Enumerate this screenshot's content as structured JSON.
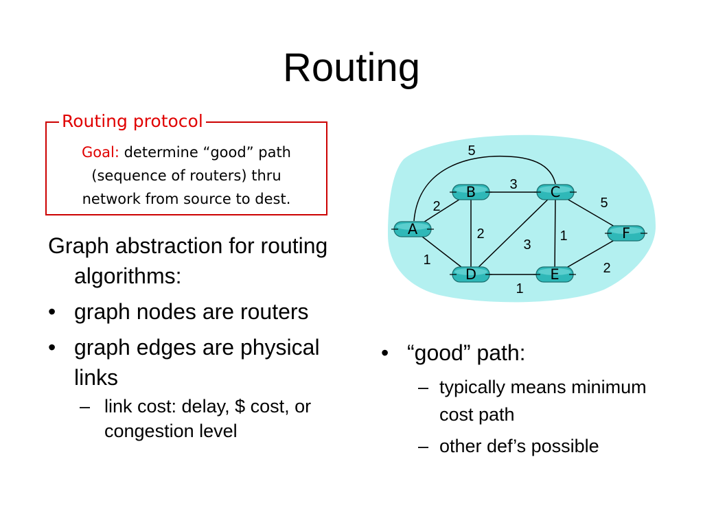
{
  "title": "Routing",
  "protocol_box": {
    "heading": "Routing protocol",
    "goal_label": "Goal:",
    "goal_text_line1": "determine “good” path",
    "goal_text_line2": "(sequence of routers) thru",
    "goal_text_line3": "network from source to dest."
  },
  "left_list": {
    "intro": "Graph abstraction for routing algorithms:",
    "bullets": [
      {
        "text": "graph nodes are routers"
      },
      {
        "text": "graph edges are physical links"
      }
    ],
    "sub_items": [
      {
        "text": "link cost: delay, $ cost, or congestion level"
      }
    ]
  },
  "right_list": {
    "bullet": "“good” path:",
    "sub_items": [
      {
        "text": "typically means minimum cost path"
      },
      {
        "text": "other def’s possible"
      }
    ]
  },
  "colors": {
    "protocol_red": "#e00000",
    "cloud_fill": "#b3f0f0",
    "router_fill": "#2fb8b8"
  },
  "graph": {
    "nodes": [
      "A",
      "B",
      "C",
      "D",
      "E",
      "F"
    ],
    "edges": [
      {
        "from": "A",
        "to": "B",
        "cost": "2"
      },
      {
        "from": "A",
        "to": "C",
        "cost": "5"
      },
      {
        "from": "A",
        "to": "D",
        "cost": "1"
      },
      {
        "from": "B",
        "to": "C",
        "cost": "3"
      },
      {
        "from": "B",
        "to": "D",
        "cost": "2"
      },
      {
        "from": "C",
        "to": "D",
        "cost": "3"
      },
      {
        "from": "C",
        "to": "E",
        "cost": "1"
      },
      {
        "from": "C",
        "to": "F",
        "cost": "5"
      },
      {
        "from": "D",
        "to": "E",
        "cost": "1"
      },
      {
        "from": "E",
        "to": "F",
        "cost": "2"
      }
    ]
  }
}
